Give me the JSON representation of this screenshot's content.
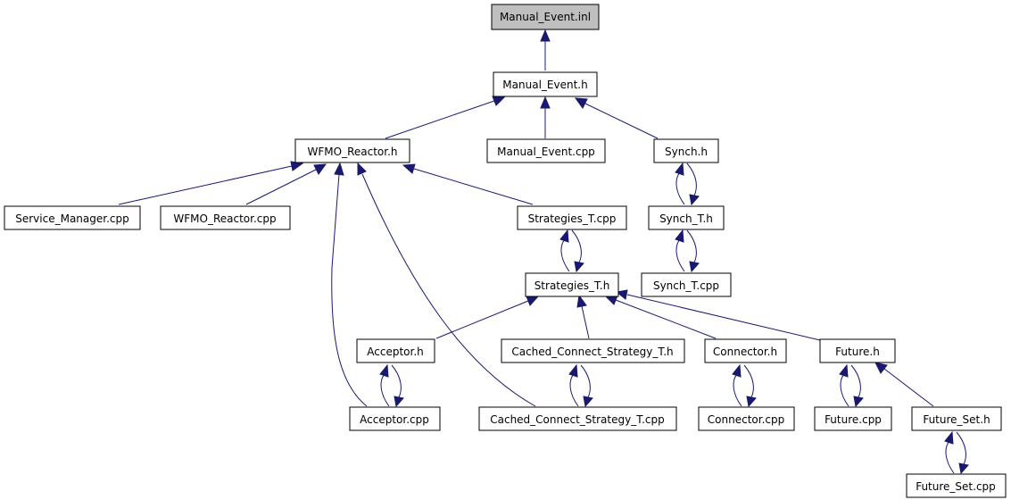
{
  "diagram": {
    "type": "include-dependency-graph",
    "colors": {
      "edge": "#191970",
      "root_fill": "#bfbfbf",
      "node_fill": "#ffffff",
      "node_border": "#000000"
    },
    "nodes": [
      {
        "id": "n_manual_event_inl",
        "label": "Manual_Event.inl",
        "root": true
      },
      {
        "id": "n_manual_event_h",
        "label": "Manual_Event.h"
      },
      {
        "id": "n_wfmo_reactor_h",
        "label": "WFMO_Reactor.h"
      },
      {
        "id": "n_manual_event_cpp",
        "label": "Manual_Event.cpp"
      },
      {
        "id": "n_synch_h",
        "label": "Synch.h"
      },
      {
        "id": "n_service_manager_cpp",
        "label": "Service_Manager.cpp"
      },
      {
        "id": "n_wfmo_reactor_cpp",
        "label": "WFMO_Reactor.cpp"
      },
      {
        "id": "n_strategies_t_cpp",
        "label": "Strategies_T.cpp"
      },
      {
        "id": "n_synch_t_h",
        "label": "Synch_T.h"
      },
      {
        "id": "n_synch_t_cpp",
        "label": "Synch_T.cpp"
      },
      {
        "id": "n_strategies_t_h",
        "label": "Strategies_T.h"
      },
      {
        "id": "n_acceptor_h",
        "label": "Acceptor.h"
      },
      {
        "id": "n_cached_connect_strategy_t_h",
        "label": "Cached_Connect_Strategy_T.h"
      },
      {
        "id": "n_connector_h",
        "label": "Connector.h"
      },
      {
        "id": "n_future_h",
        "label": "Future.h"
      },
      {
        "id": "n_acceptor_cpp",
        "label": "Acceptor.cpp"
      },
      {
        "id": "n_cached_connect_strategy_t_cpp",
        "label": "Cached_Connect_Strategy_T.cpp"
      },
      {
        "id": "n_connector_cpp",
        "label": "Connector.cpp"
      },
      {
        "id": "n_future_cpp",
        "label": "Future.cpp"
      },
      {
        "id": "n_future_set_h",
        "label": "Future_Set.h"
      },
      {
        "id": "n_future_set_cpp",
        "label": "Future_Set.cpp"
      }
    ],
    "edges": [
      {
        "from": "n_manual_event_h",
        "to": "n_manual_event_inl"
      },
      {
        "from": "n_wfmo_reactor_h",
        "to": "n_manual_event_h"
      },
      {
        "from": "n_manual_event_cpp",
        "to": "n_manual_event_h"
      },
      {
        "from": "n_synch_h",
        "to": "n_manual_event_h"
      },
      {
        "from": "n_service_manager_cpp",
        "to": "n_wfmo_reactor_h"
      },
      {
        "from": "n_wfmo_reactor_cpp",
        "to": "n_wfmo_reactor_h"
      },
      {
        "from": "n_strategies_t_cpp",
        "to": "n_wfmo_reactor_h"
      },
      {
        "from": "n_acceptor_cpp",
        "to": "n_wfmo_reactor_h"
      },
      {
        "from": "n_cached_connect_strategy_t_cpp",
        "to": "n_wfmo_reactor_h"
      },
      {
        "from": "n_synch_t_h",
        "to": "n_synch_h"
      },
      {
        "from": "n_synch_h",
        "to": "n_synch_t_h"
      },
      {
        "from": "n_synch_t_cpp",
        "to": "n_synch_t_h"
      },
      {
        "from": "n_synch_t_h",
        "to": "n_synch_t_cpp"
      },
      {
        "from": "n_strategies_t_h",
        "to": "n_strategies_t_cpp"
      },
      {
        "from": "n_strategies_t_cpp",
        "to": "n_strategies_t_h"
      },
      {
        "from": "n_acceptor_h",
        "to": "n_strategies_t_h"
      },
      {
        "from": "n_cached_connect_strategy_t_h",
        "to": "n_strategies_t_h"
      },
      {
        "from": "n_connector_h",
        "to": "n_strategies_t_h"
      },
      {
        "from": "n_future_h",
        "to": "n_strategies_t_h"
      },
      {
        "from": "n_acceptor_cpp",
        "to": "n_acceptor_h"
      },
      {
        "from": "n_acceptor_h",
        "to": "n_acceptor_cpp"
      },
      {
        "from": "n_cached_connect_strategy_t_cpp",
        "to": "n_cached_connect_strategy_t_h"
      },
      {
        "from": "n_cached_connect_strategy_t_h",
        "to": "n_cached_connect_strategy_t_cpp"
      },
      {
        "from": "n_connector_cpp",
        "to": "n_connector_h"
      },
      {
        "from": "n_connector_h",
        "to": "n_connector_cpp"
      },
      {
        "from": "n_future_cpp",
        "to": "n_future_h"
      },
      {
        "from": "n_future_h",
        "to": "n_future_cpp"
      },
      {
        "from": "n_future_set_h",
        "to": "n_future_h"
      },
      {
        "from": "n_future_set_cpp",
        "to": "n_future_set_h"
      },
      {
        "from": "n_future_set_h",
        "to": "n_future_set_cpp"
      }
    ]
  }
}
